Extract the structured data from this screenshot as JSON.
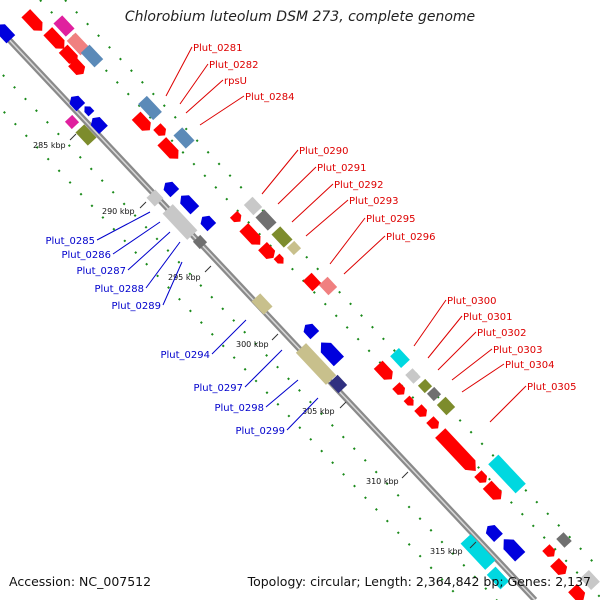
{
  "title": "Chlorobium luteolum DSM 273, complete genome",
  "footer": {
    "accession_label": "Accession:",
    "accession": "NC_007512",
    "topology_label": "Topology:",
    "topology": "circular",
    "length_label": "Length:",
    "length": "2,364,842 bp",
    "genes_label": "Genes:",
    "genes": "2,137"
  },
  "colors": {
    "backbone": "#8a8a8a",
    "label_top_strand": "#dd0000",
    "label_bottom_strand": "#0000cc",
    "red": "#ff0000",
    "blue": "#0000dd",
    "steelblue": "#5b8ab8",
    "olive": "#7d8c2c",
    "khaki": "#c8c08c",
    "cyan": "#00d8e0",
    "pink": "#f08080",
    "magenta": "#e0209e",
    "lightgray": "#c8c8c8",
    "darkgray": "#707070",
    "navy": "#303080",
    "tick": "#1a8a1a"
  },
  "kbp_ticks": [
    "285 kbp",
    "290 kbp",
    "295 kbp",
    "300 kbp",
    "305 kbp",
    "310 kbp",
    "315 kbp"
  ],
  "labels_top_strand": [
    "Plut_0281",
    "Plut_0282",
    "rpsU",
    "Plut_0284",
    "Plut_0290",
    "Plut_0291",
    "Plut_0292",
    "Plut_0293",
    "Plut_0295",
    "Plut_0296",
    "Plut_0300",
    "Plut_0301",
    "Plut_0302",
    "Plut_0303",
    "Plut_0304",
    "Plut_0305"
  ],
  "labels_bottom_strand": [
    "Plut_0285",
    "Plut_0286",
    "Plut_0287",
    "Plut_0288",
    "Plut_0289",
    "Plut_0294",
    "Plut_0297",
    "Plut_0298",
    "Plut_0299"
  ]
}
